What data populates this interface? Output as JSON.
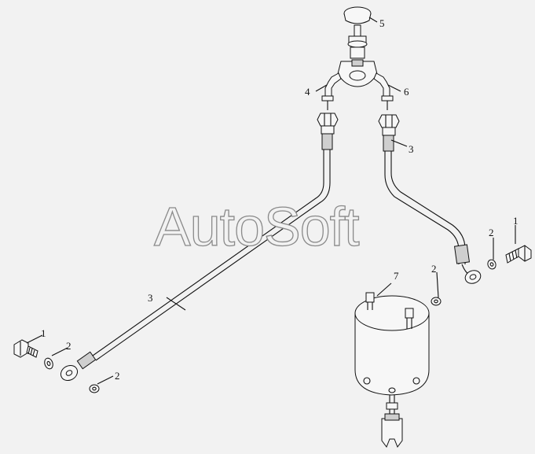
{
  "watermark": "AutoSoft",
  "callouts": [
    {
      "id": "c5",
      "text": "5"
    },
    {
      "id": "c4",
      "text": "4"
    },
    {
      "id": "c6",
      "text": "6"
    },
    {
      "id": "c3a",
      "text": "3"
    },
    {
      "id": "c1a",
      "text": "1"
    },
    {
      "id": "c2a",
      "text": "2"
    },
    {
      "id": "c7",
      "text": "7"
    },
    {
      "id": "c2b",
      "text": "2"
    },
    {
      "id": "c3b",
      "text": "3"
    },
    {
      "id": "c1b",
      "text": "1"
    },
    {
      "id": "c2c",
      "text": "2"
    },
    {
      "id": "c2d",
      "text": "2"
    }
  ],
  "colors": {
    "background": "#f2f2f2",
    "line": "#111111",
    "watermark_outline": "#8a8a8a"
  }
}
